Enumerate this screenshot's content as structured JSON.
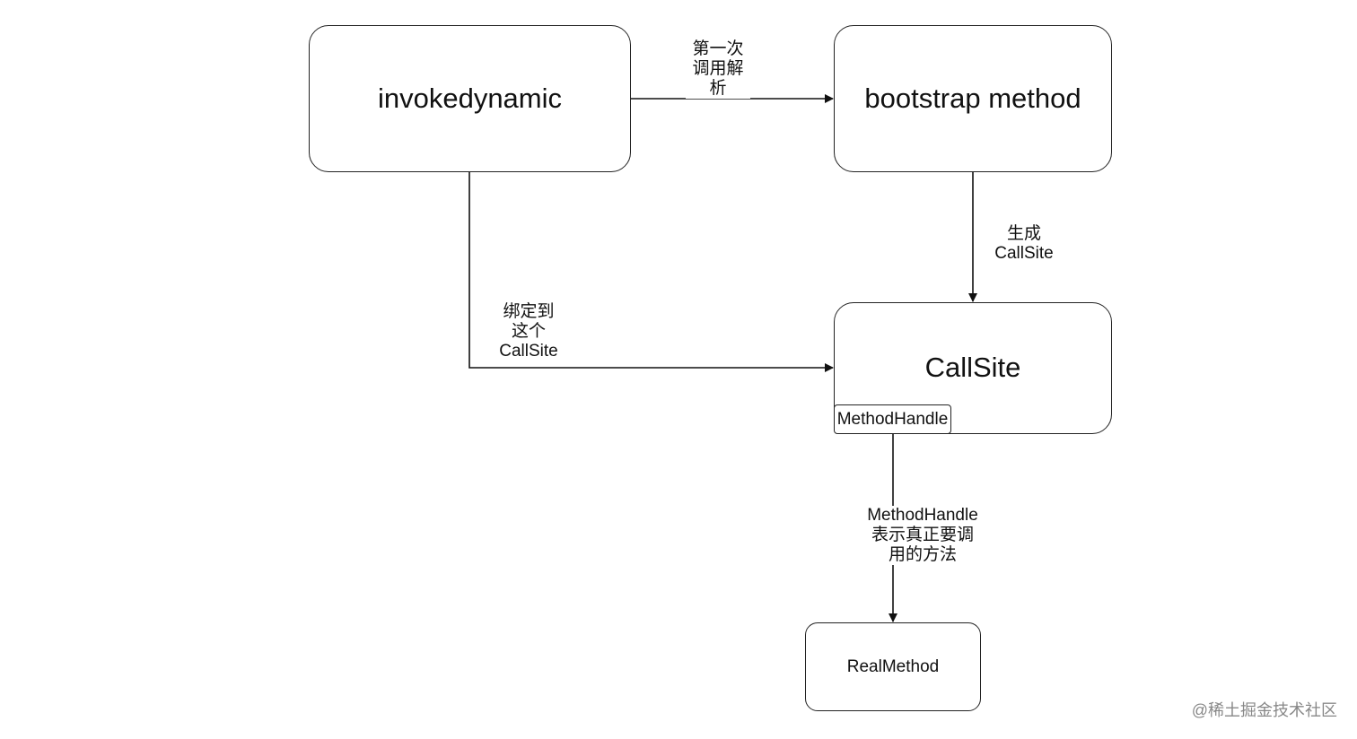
{
  "nodes": {
    "invokedynamic": "invokedynamic",
    "bootstrap": "bootstrap method",
    "callsite": "CallSite",
    "methodhandle": "MethodHandle",
    "realmethod": "RealMethod"
  },
  "edges": {
    "first_call": [
      "第一次",
      "调用解",
      "析"
    ],
    "generate": [
      "生成",
      "CallSite"
    ],
    "bind": [
      "绑定到",
      "这个",
      "CallSite"
    ],
    "represents": [
      "MethodHandle",
      "表示真正要调",
      "用的方法"
    ]
  },
  "watermark": "@稀土掘金技术社区"
}
